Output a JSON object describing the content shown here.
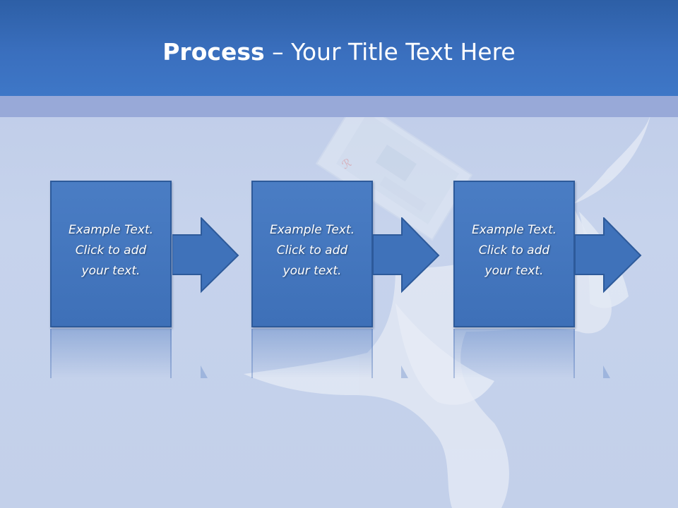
{
  "slide": {
    "title_bold": "Process",
    "title_rest": " – Your Title Text Here"
  },
  "steps": [
    {
      "line1": "Example Text.",
      "line2": "Click  to add",
      "line3": "your text."
    },
    {
      "line1": "Example Text.",
      "line2": "Click  to add",
      "line3": "your text."
    },
    {
      "line1": "Example Text.",
      "line2": "Click  to add",
      "line3": "your text."
    }
  ],
  "colors": {
    "header": "#3a6fbe",
    "band": "#98a9d8",
    "step_fill": "#4a7dc4",
    "step_border": "#2d5a9a",
    "background": "#c6d3ec"
  },
  "icons": {
    "arrow": "right-arrow-icon",
    "card": "ghosted-card-image",
    "dove": "white-dove-image"
  }
}
